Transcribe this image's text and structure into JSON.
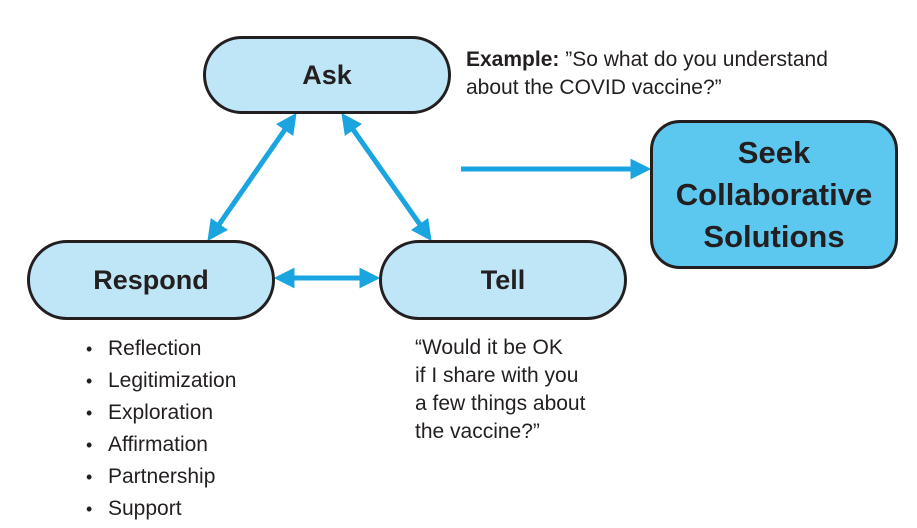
{
  "nodes": {
    "ask": "Ask",
    "respond": "Respond",
    "tell": "Tell",
    "seek": [
      "Seek",
      "Collaborative",
      "Solutions"
    ]
  },
  "example": {
    "label": "Example:",
    "text": "”So what do you understand about the COVID vaccine?”"
  },
  "respond_list": [
    "Reflection",
    "Legitimization",
    "Exploration",
    "Affirmation",
    "Partnership",
    "Support"
  ],
  "tell_quote": "“Would it be OK\nif I share with you\na few things about\nthe vaccine?”",
  "colors": {
    "node_fill": "#bfe6f7",
    "seek_fill": "#5cc8ef",
    "arrow": "#1ba5e0",
    "outline": "#231f20"
  }
}
